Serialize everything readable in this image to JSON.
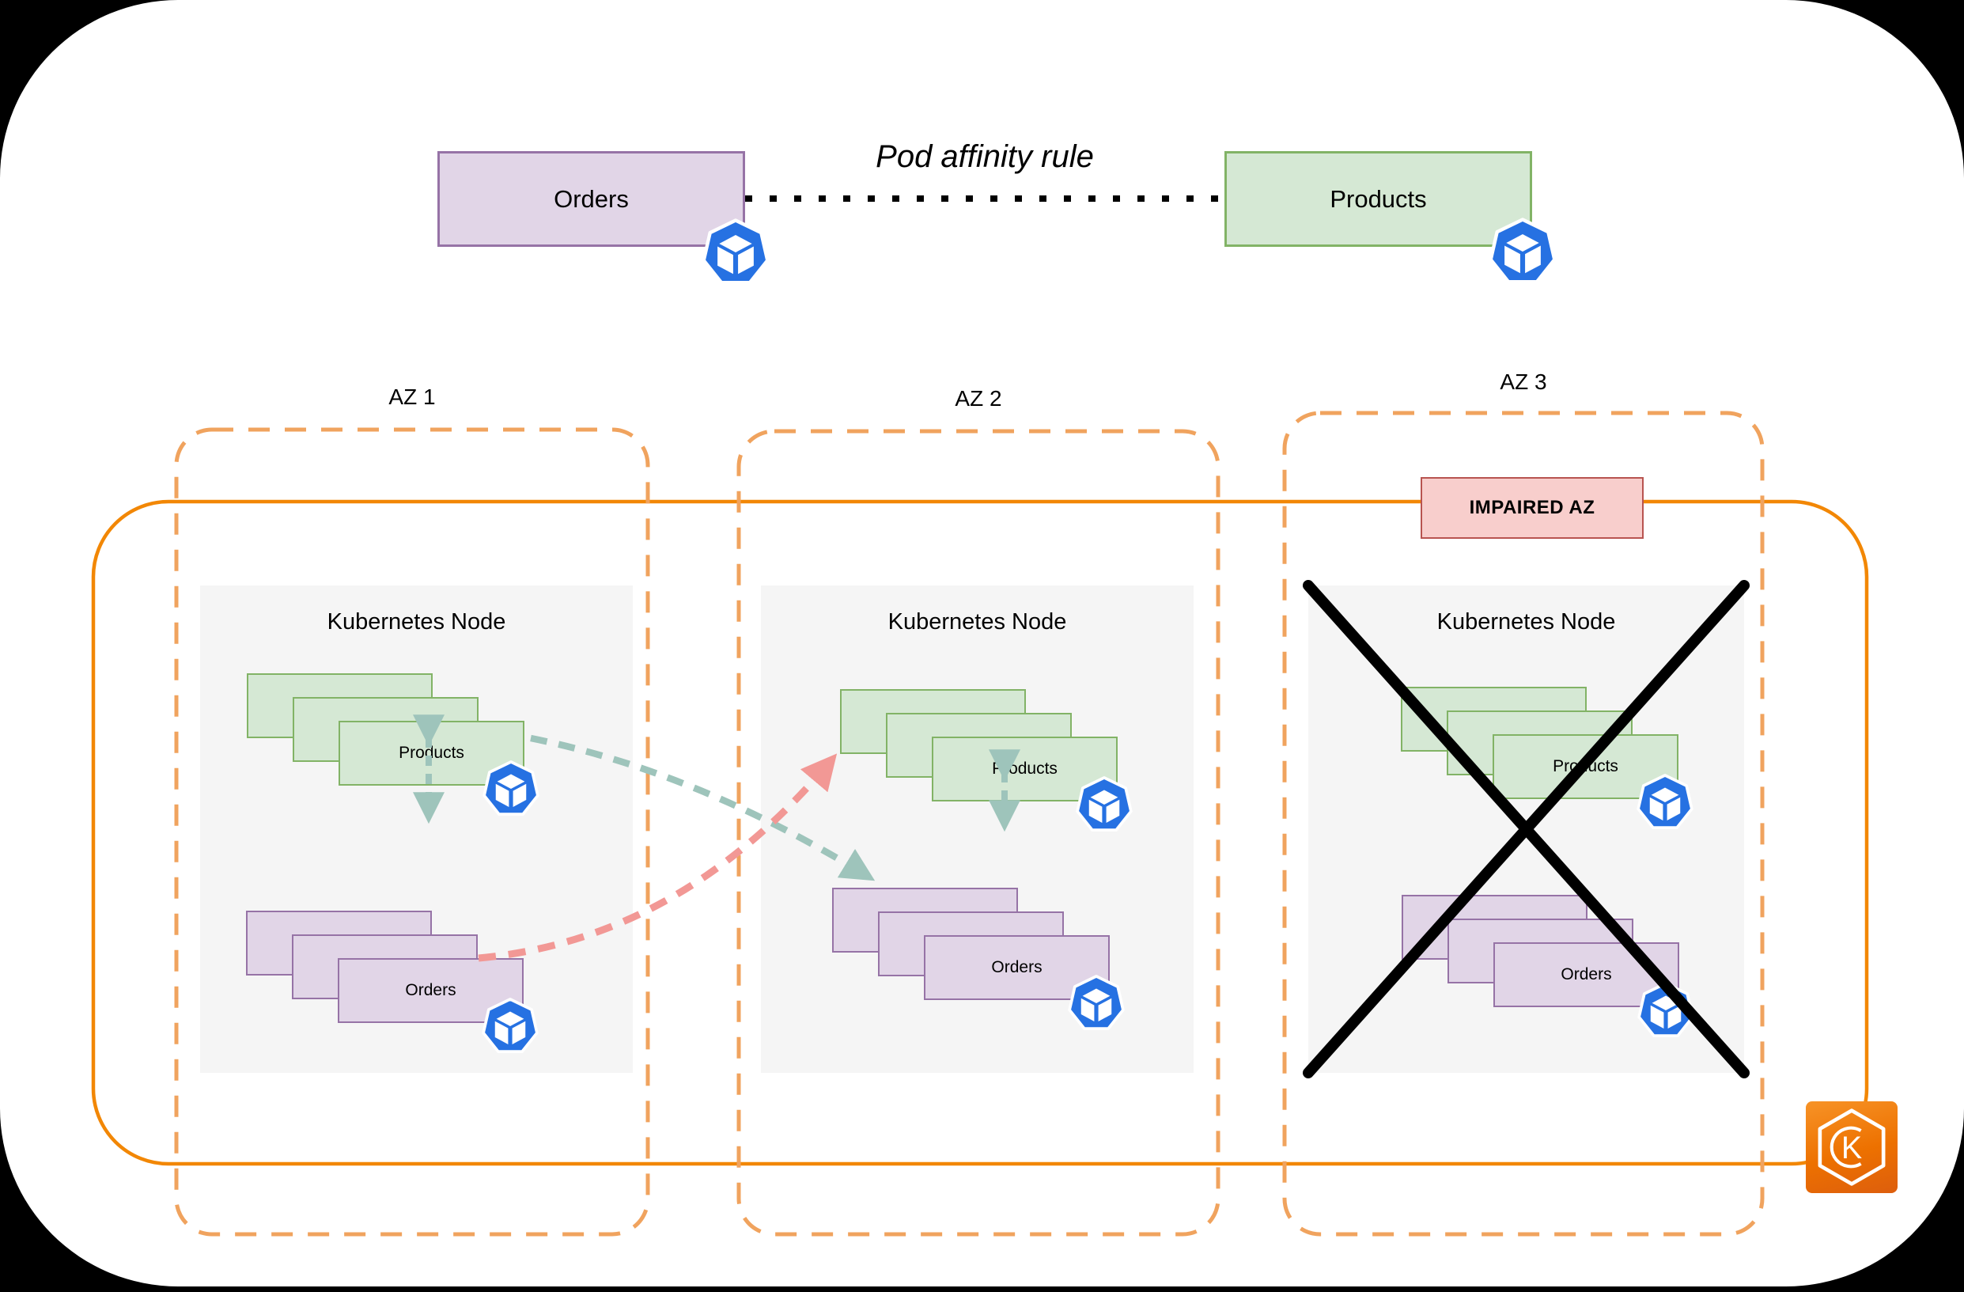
{
  "title_row": {
    "orders_label": "Orders",
    "products_label": "Products",
    "affinity_rule_label": "Pod affinity rule"
  },
  "zones": [
    {
      "label": "AZ 1",
      "node_title": "Kubernetes Node",
      "products_pod_label": "Products",
      "orders_pod_label": "Orders"
    },
    {
      "label": "AZ 2",
      "node_title": "Kubernetes Node",
      "products_pod_label": "Products",
      "orders_pod_label": "Orders"
    },
    {
      "label": "AZ 3",
      "node_title": "Kubernetes Node",
      "products_pod_label": "Products",
      "orders_pod_label": "Orders",
      "impaired_badge": "IMPAIRED AZ"
    }
  ],
  "eks_icon_letter": "K",
  "colors": {
    "products_fill": "#D5E8D4",
    "products_border": "#82B366",
    "orders_fill": "#E1D5E7",
    "orders_border": "#9673A6",
    "az_dashed_border": "#F0A35E",
    "cluster_solid_border": "#F28705",
    "impaired_fill": "#F8CECC",
    "impaired_border": "#B85450",
    "node_fill": "#F5F5F5",
    "affinity_arrow_teal": "#9EC4BB",
    "rescheduling_arrow_red": "#F29895",
    "pod_icon_blue": "#2671E2",
    "failure_cross_black": "#000000"
  }
}
